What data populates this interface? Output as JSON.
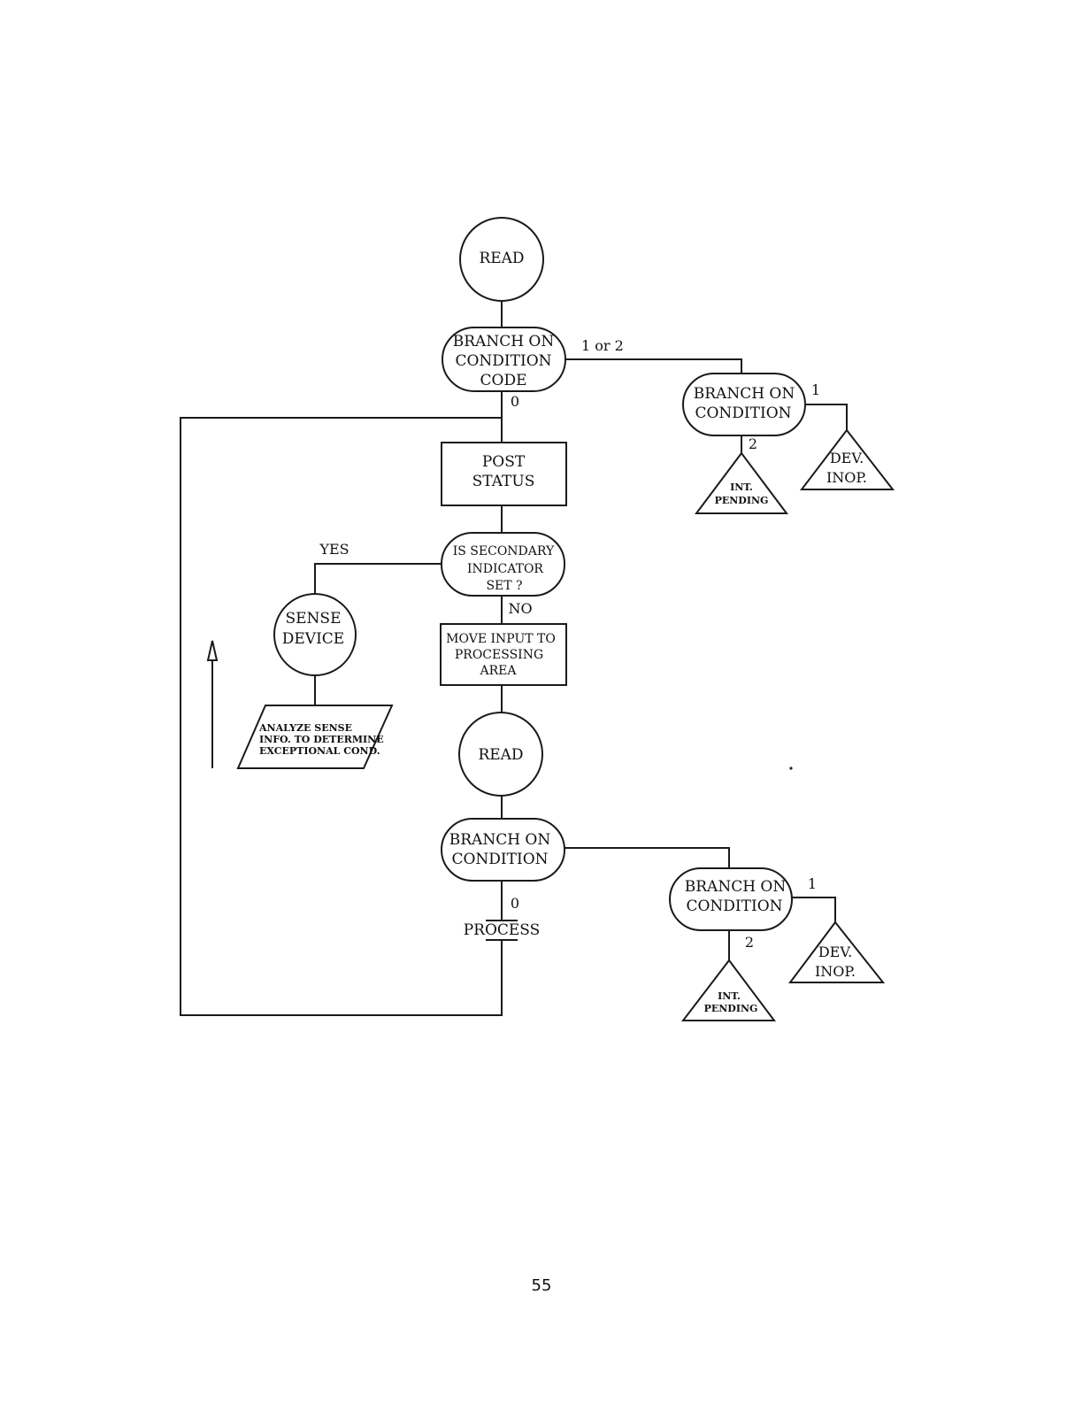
{
  "nodes": {
    "read_top": "READ",
    "branch_cc_top": [
      "BRANCH ON",
      "CONDITION",
      "CODE"
    ],
    "post_status": [
      "POST",
      "STATUS"
    ],
    "secondary_indicator": [
      "IS SECONDARY",
      "INDICATOR",
      "SET ?"
    ],
    "sense_device": [
      "SENSE",
      "DEVICE"
    ],
    "analyze_sense": [
      "ANALYZE SENSE",
      "INFO. TO DETERMINE",
      "EXCEPTIONAL COND."
    ],
    "move_input": [
      "MOVE INPUT TO",
      "PROCESSING",
      "AREA"
    ],
    "read_bottom": "READ",
    "branch_bottom": [
      "BRANCH ON",
      "CONDITION"
    ],
    "process": "PROCESS",
    "branch_right_top": [
      "BRANCH ON",
      "CONDITION"
    ],
    "int_pending_top": [
      "INT.",
      "PENDING"
    ],
    "dev_inop_top": [
      "DEV.",
      "INOP."
    ],
    "branch_right_bottom": [
      "BRANCH ON",
      "CONDITION"
    ],
    "int_pending_bottom": [
      "INT.",
      "PENDING"
    ],
    "dev_inop_bottom": [
      "DEV.",
      "INOP."
    ]
  },
  "edge_labels": {
    "one_or_two": "1 or 2",
    "zero_top": "0",
    "one_top": "1",
    "two_top": "2",
    "yes": "YES",
    "no": "NO",
    "zero_bottom": "0",
    "one_bottom": "1",
    "two_bottom": "2"
  },
  "page_number": "55"
}
